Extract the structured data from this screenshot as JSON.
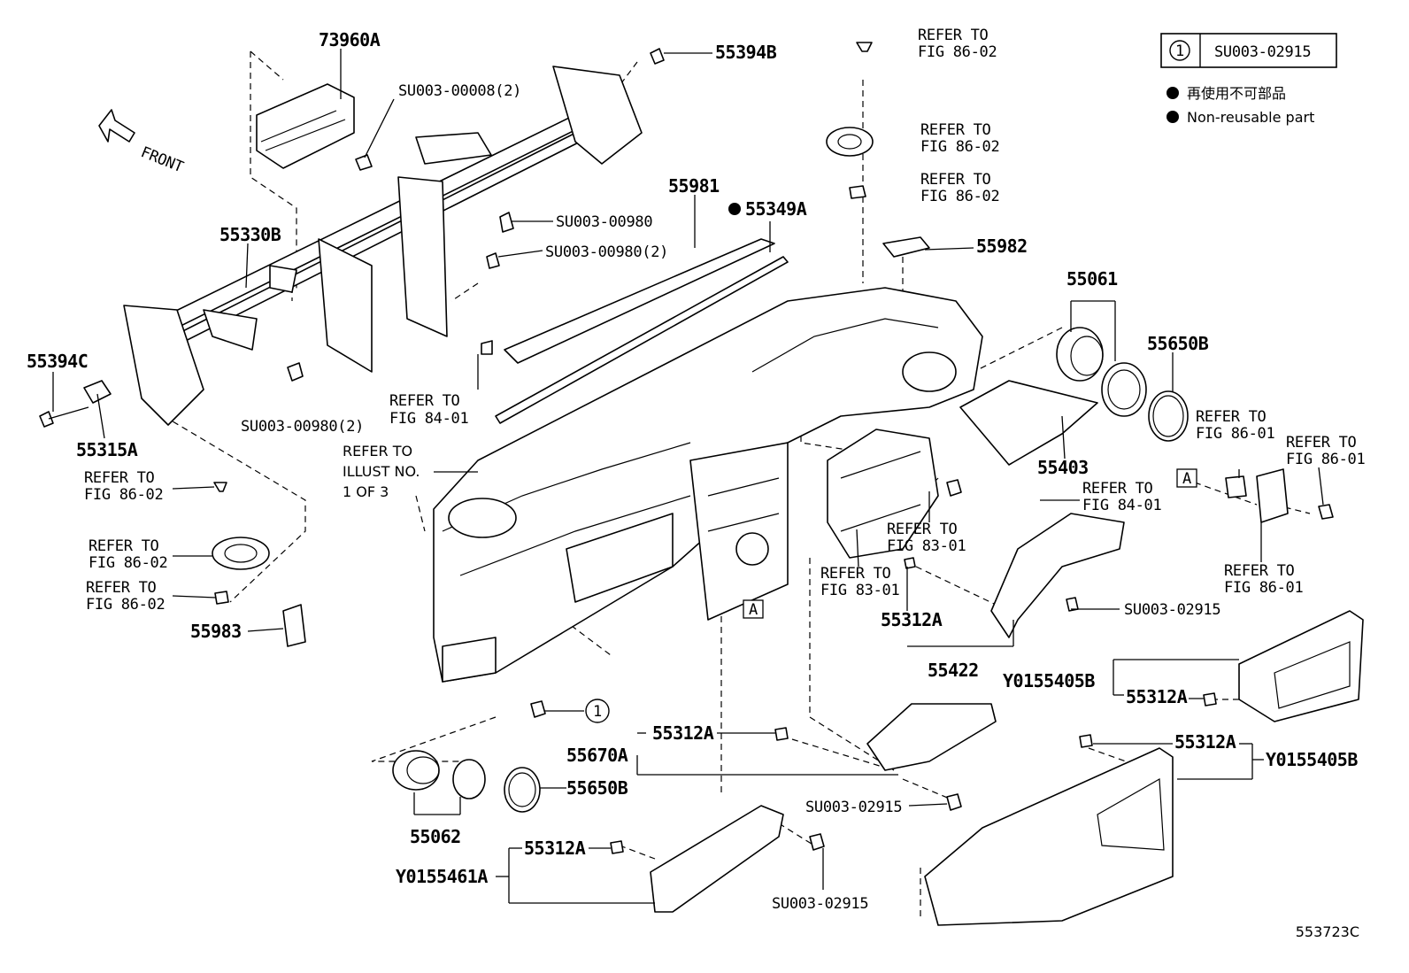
{
  "legend": {
    "circle_number": "1",
    "code": "SU003-02915",
    "note_jp": "再使用不可部品",
    "note_en": "Non-reusable part"
  },
  "front_label": "FRONT",
  "diagram_id": "553723C",
  "labels": {
    "p73960A": "73960A",
    "pSU00008": "SU003-00008(2)",
    "p55394B": "55394B",
    "p55330B": "55330B",
    "pSU00980a": "SU003-00980",
    "pSU00980b": "SU003-00980(2)",
    "pSU00980c": "SU003-00980(2)",
    "p55981": "55981",
    "p55349A": "55349A",
    "p55982": "55982",
    "p55061": "55061",
    "p55650B_top": "55650B",
    "p55394C": "55394C",
    "p55315A": "55315A",
    "p55403": "55403",
    "p55983": "55983",
    "p55312A_mid": "55312A",
    "p55422": "55422",
    "pSU02915_right": "SU003-02915",
    "pY0155405B_top": "Y0155405B",
    "p55312A_right": "55312A",
    "p55670A": "55670A",
    "p55312A_bot": "55312A",
    "pSU02915_bot": "SU003-02915",
    "p55650B_bot": "55650B",
    "p55062": "55062",
    "p55312A_low": "55312A",
    "pY0155461A": "Y0155461A",
    "pSU02915_low": "SU003-02915",
    "p55312A_br": "55312A",
    "pY0155405B_br": "Y0155405B",
    "circle_ref": "1",
    "box_a1": "A",
    "box_a2": "A"
  },
  "refers": {
    "r_top1": [
      "REFER TO",
      "FIG 86-02"
    ],
    "r_top2": [
      "REFER TO",
      "FIG 86-02"
    ],
    "r_top3": [
      "REFER TO",
      "FIG 86-02"
    ],
    "r_8401a": [
      "REFER TO",
      "FIG 84-01"
    ],
    "r_illust": [
      "REFER TO",
      "ILLUST NO.",
      "1 OF 3"
    ],
    "r_left1": [
      "REFER TO",
      "FIG 86-02"
    ],
    "r_left2": [
      "REFER TO",
      "FIG 86-02"
    ],
    "r_left3": [
      "REFER TO",
      "FIG 86-02"
    ],
    "r_8401b": [
      "REFER TO",
      "FIG 84-01"
    ],
    "r_8301a": [
      "REFER TO",
      "FIG 83-01"
    ],
    "r_8301b": [
      "REFER TO",
      "FIG 83-01"
    ],
    "r_8601a": [
      "REFER TO",
      "FIG 86-01"
    ],
    "r_8601b": [
      "REFER TO",
      "FIG 86-01"
    ],
    "r_8601c": [
      "REFER TO",
      "FIG 86-01"
    ]
  }
}
